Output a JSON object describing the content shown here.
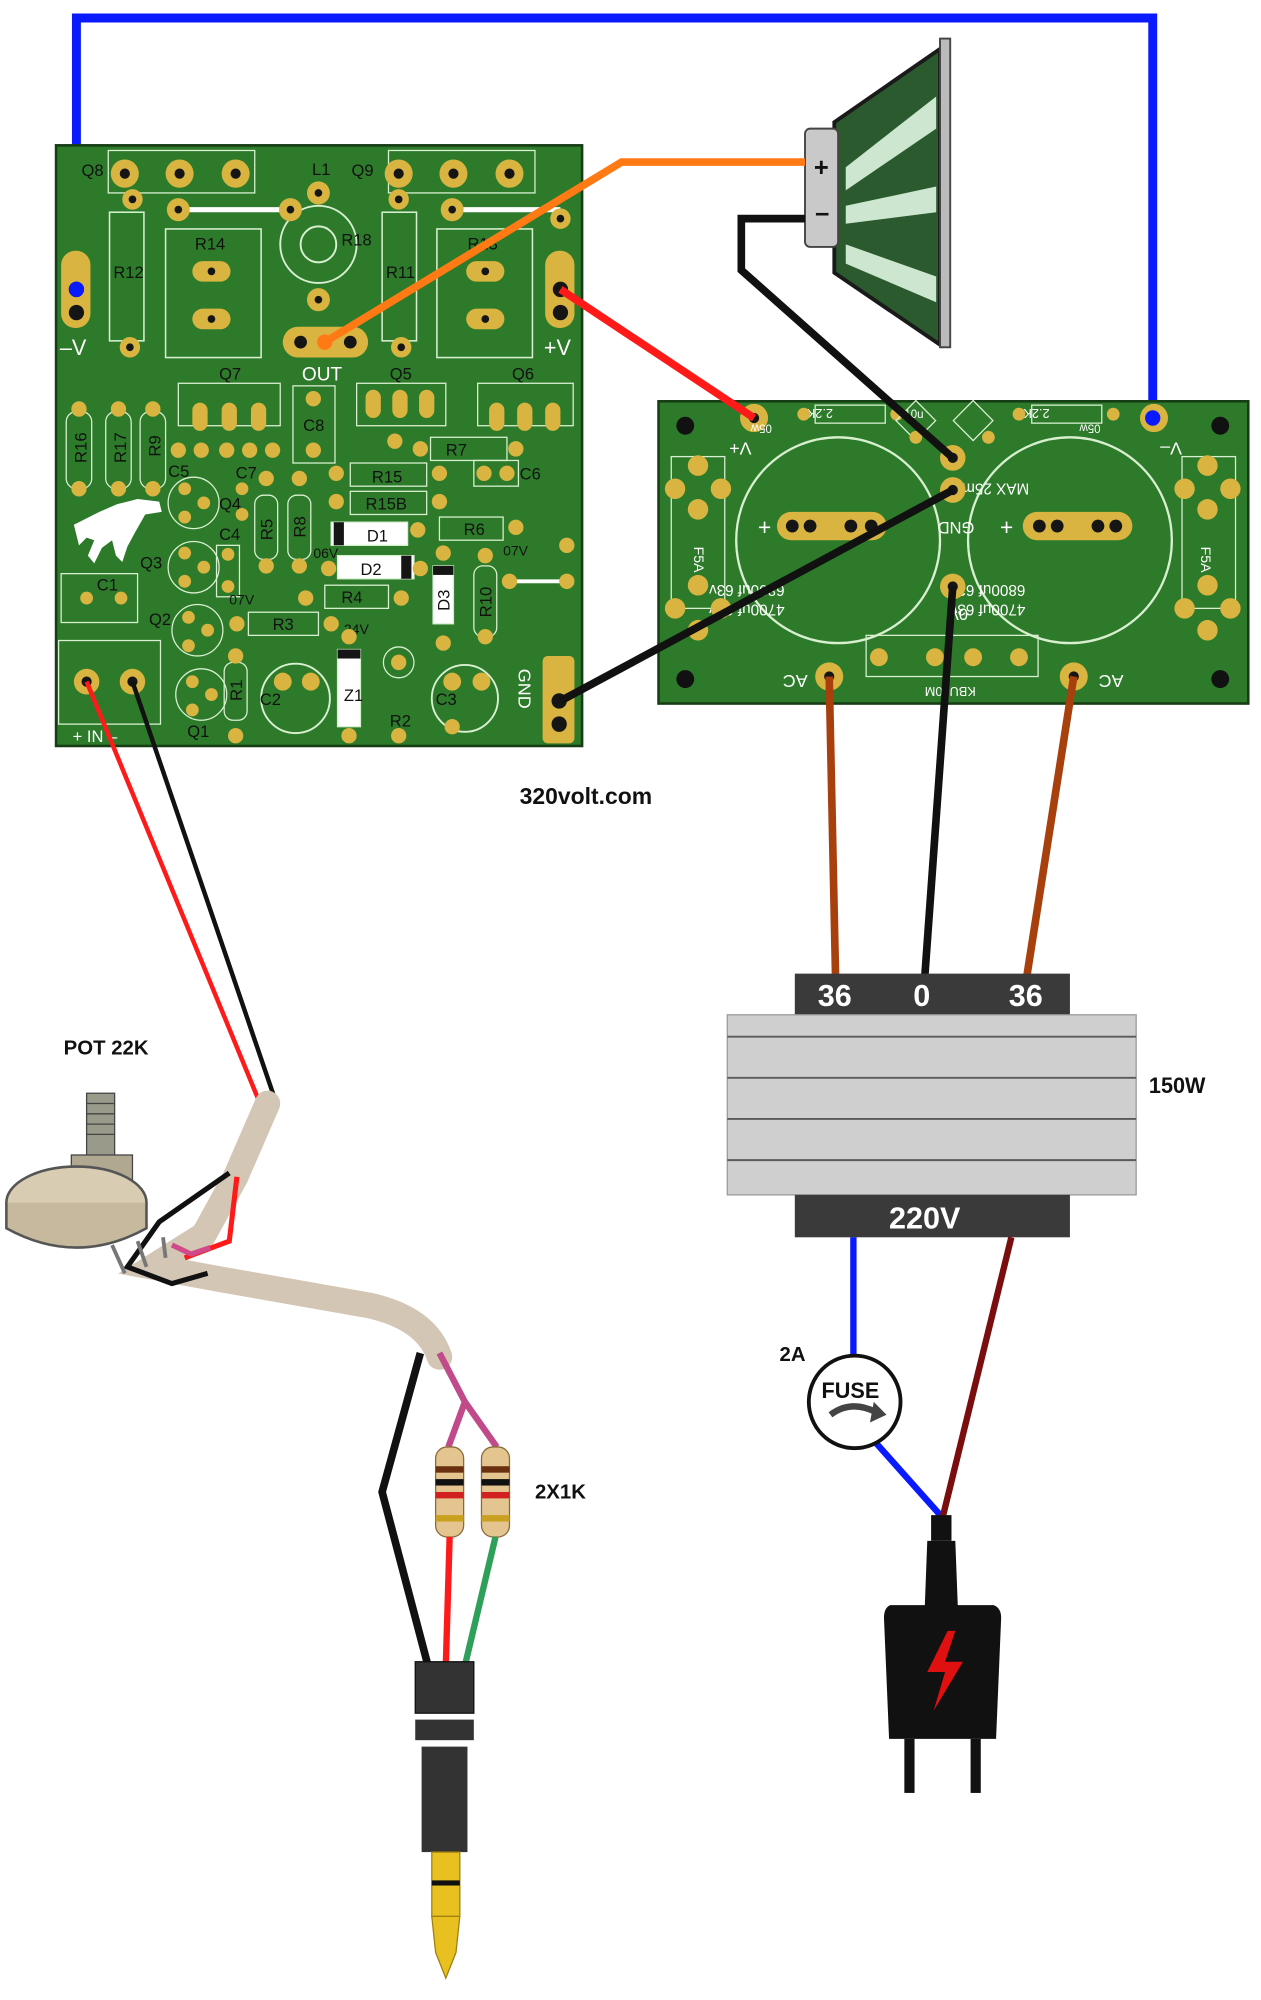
{
  "site": "320volt.com",
  "amp_board": {
    "transistors": [
      "Q8",
      "Q9",
      "Q7",
      "Q5",
      "Q6",
      "Q4",
      "Q3",
      "Q2",
      "Q1"
    ],
    "resistors": [
      "R12",
      "R14",
      "R18",
      "R11",
      "R13",
      "R16",
      "R17",
      "R9",
      "R15",
      "R15B",
      "R7",
      "R5",
      "R8",
      "R6",
      "R4",
      "R3",
      "R10",
      "R1",
      "R2"
    ],
    "capacitors": [
      "C8",
      "C6",
      "C5",
      "C7",
      "C4",
      "C1",
      "C2",
      "C3"
    ],
    "diodes": [
      "D1",
      "D2",
      "D3",
      "Z1"
    ],
    "inductor": "L1",
    "terminals": {
      "neg_v": "–V",
      "pos_v": "+V",
      "out": "OUT",
      "gnd": "GND",
      "input": "+  IN  –"
    },
    "voltages": {
      "v1": "06V",
      "v2": "07V",
      "v3": "07V",
      "v4": "24V"
    }
  },
  "psu_board": {
    "left_terminal": "V+",
    "right_terminal": "V–",
    "gnd": "GND",
    "zero": "0V",
    "ac_left": "AC",
    "ac_right": "AC",
    "bridge": "KBU10M",
    "cap_left_lines": [
      "4700uf 63v",
      "6800uf 63v"
    ],
    "cap_right_lines": [
      "4700uf 63v",
      "6800uf 63v"
    ],
    "cap_note": "MAX 25mm",
    "fuse_label": "F5A",
    "small_resistors": [
      "2.2K",
      "2.2K"
    ],
    "small_labels": [
      "05w",
      "10u",
      "05w"
    ]
  },
  "speaker": {
    "plus": "+",
    "minus": "–"
  },
  "transformer": {
    "secondary": [
      "36",
      "0",
      "36"
    ],
    "primary": "220V",
    "power": "150W"
  },
  "fuse": {
    "text": "FUSE",
    "rating": "2A"
  },
  "pot": {
    "label": "POT 22K"
  },
  "resistor_pair": {
    "label": "2X1K"
  },
  "colors": {
    "pcb": "#2d7a2a",
    "pad": "#d9b441",
    "wire_blue": "#0a1aff",
    "wire_red": "#ff1a1a",
    "wire_orange": "#ff7a14",
    "wire_brown": "#a8400e",
    "wire_darkred": "#7a0e0e",
    "wire_green": "#2fa05a"
  }
}
